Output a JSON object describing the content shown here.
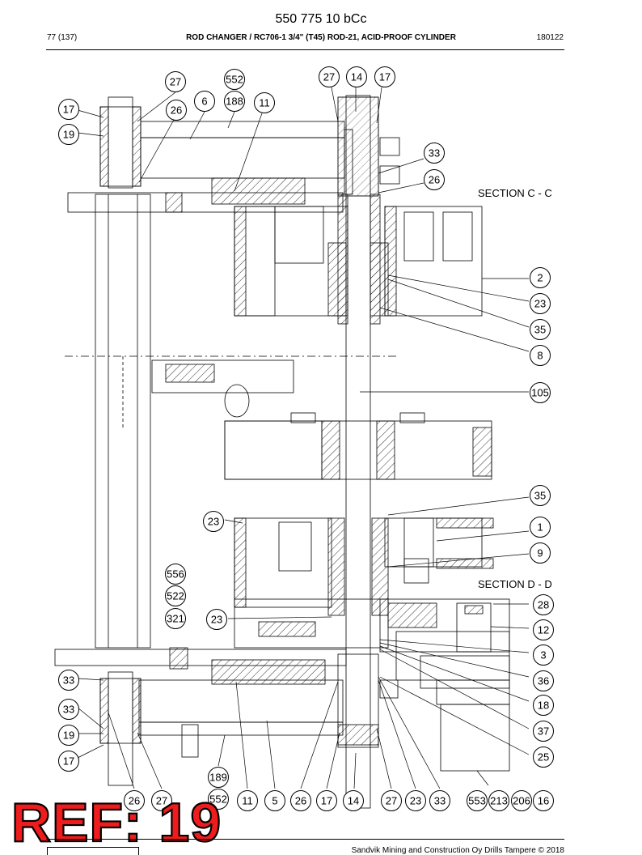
{
  "header": {
    "document_number": "550 775 10 bCc",
    "page": "77 (137)",
    "title": "ROD CHANGER / RC706-1 3/4\" (T45) ROD-21, ACID-PROOF CYLINDER",
    "date": "180122"
  },
  "sections": {
    "section_cc": "SECTION C - C",
    "section_dd": "SECTION D - D"
  },
  "stamp": {
    "text": "REF: 19",
    "color": "#ee1c1c"
  },
  "footer": {
    "copyright": "Sandvik Mining and Construction Oy Drills Tampere © 2018"
  },
  "balloons": {
    "b_27_top": "27",
    "b_552_top": "552",
    "b_188": "188",
    "b_11_top": "11",
    "b_6": "6",
    "b_26_topleft": "26",
    "b_17_topleft": "17",
    "b_19_topleft": "19",
    "b_27_topmid": "27",
    "b_14_top": "14",
    "b_17_top": "17",
    "b_33_top": "33",
    "b_26_top": "26",
    "b_2": "2",
    "b_23_right": "23",
    "b_35_right": "35",
    "b_8": "8",
    "b_105": "105",
    "b_35_mid": "35",
    "b_1": "1",
    "b_9": "9",
    "b_23_mid": "23",
    "b_556": "556",
    "b_522": "522",
    "b_321": "321",
    "b_23_low": "23",
    "b_28": "28",
    "b_12": "12",
    "b_3": "3",
    "b_36": "36",
    "b_18": "18",
    "b_37": "37",
    "b_25": "25",
    "b_33_left1": "33",
    "b_33_left2": "33",
    "b_19_left": "19",
    "b_17_left": "17",
    "b_189": "189",
    "b_26_bot1": "26",
    "b_27_bot1": "27",
    "b_552_bot": "552",
    "b_11_bot": "11",
    "b_5": "5",
    "b_26_bot2": "26",
    "b_17_bot": "17",
    "b_14_bot": "14",
    "b_27_bot2": "27",
    "b_23_bot": "23",
    "b_33_bot": "33",
    "b_553": "553",
    "b_213": "213",
    "b_206": "206",
    "b_16": "16"
  }
}
